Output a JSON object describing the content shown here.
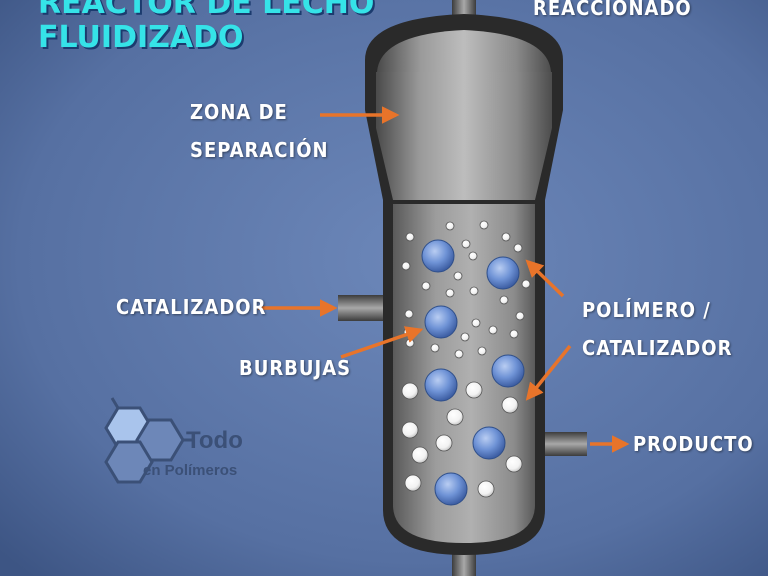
{
  "title": {
    "line1": "REACTOR DE LECHO",
    "line2": "FLUIDIZADO"
  },
  "labels": {
    "top_right": "REACCIONADO",
    "separation_zone": [
      "ZONA DE",
      "SEPARACIÓN"
    ],
    "catalyst": "CATALIZADOR",
    "bubbles": "BURBUJAS",
    "polymer_catalyst": [
      "POLÍMERO /",
      "CATALIZADOR"
    ],
    "product": "PRODUCTO"
  },
  "logo": {
    "name": "Todo",
    "subtitle": "en Polímeros"
  },
  "colors": {
    "background": "#5b76a8",
    "title": "#35e3e8",
    "arrows": "#e8742a",
    "reactor_body": "#8a8a8a",
    "bubble_blue": "#6f93d6"
  }
}
